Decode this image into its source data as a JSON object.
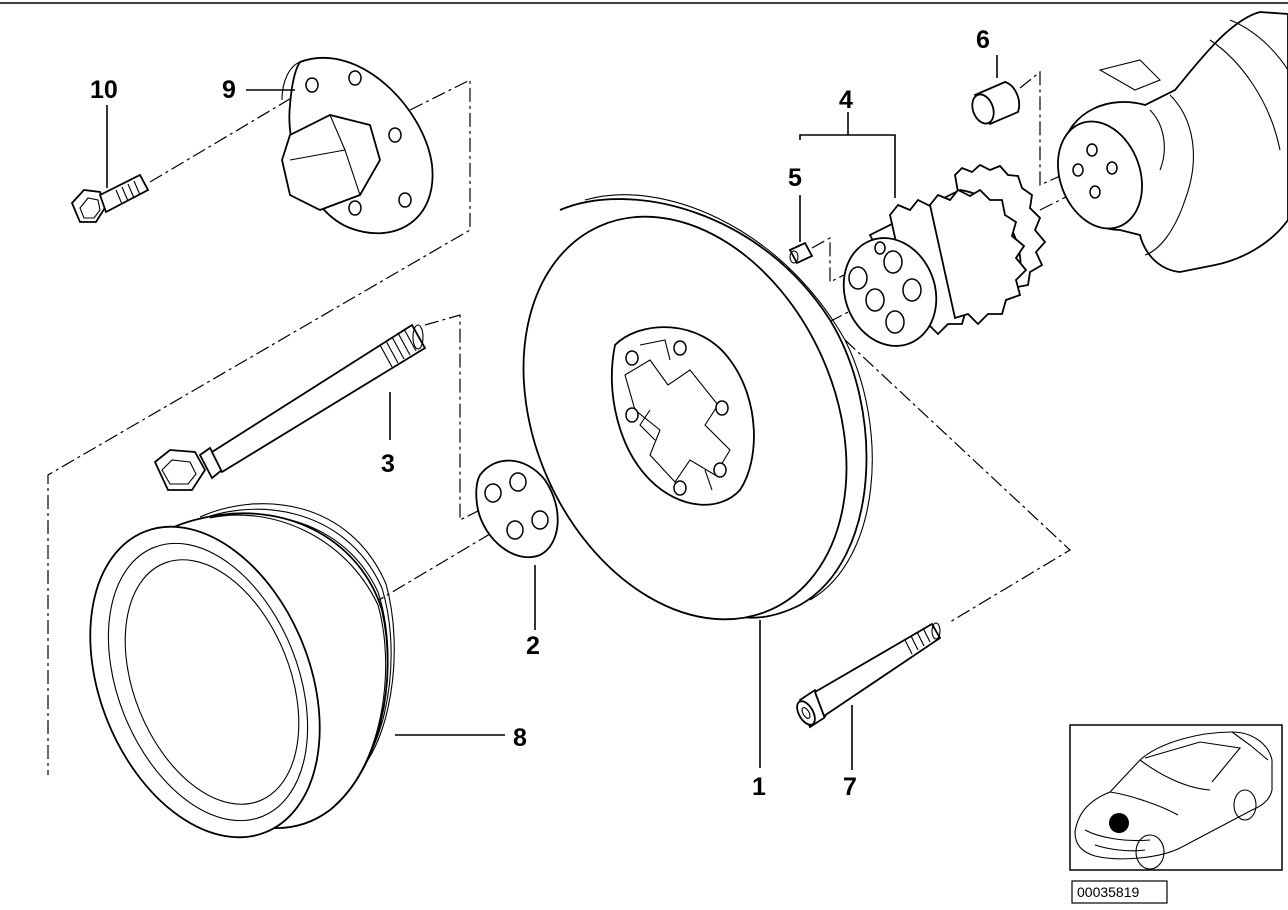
{
  "callouts": {
    "c1": "1",
    "c2": "2",
    "c3": "3",
    "c4": "4",
    "c5": "5",
    "c6": "6",
    "c7": "7",
    "c8": "8",
    "c9": "9",
    "c10": "10"
  },
  "reference_number": "00035819",
  "locator_marker_color": "#000000"
}
